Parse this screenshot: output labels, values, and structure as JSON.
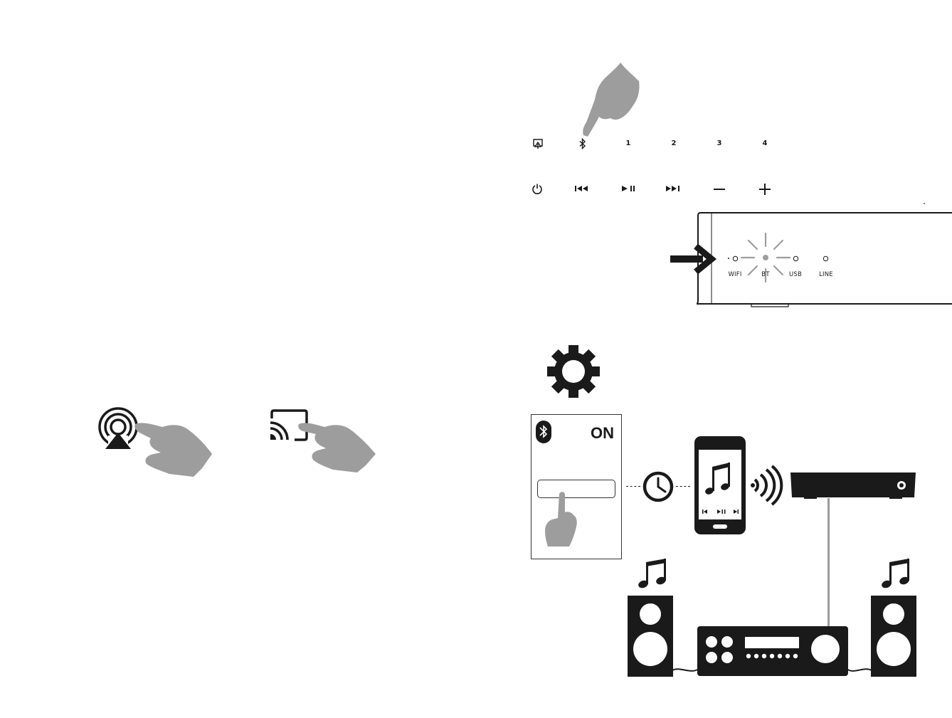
{
  "top_controls": {
    "row1": [
      "1",
      "2",
      "3",
      "4"
    ],
    "icons_row1": [
      "airplay-icon",
      "bluetooth-icon"
    ],
    "icons_row2": [
      "power-icon",
      "previous-icon",
      "play-pause-icon",
      "next-icon",
      "minus-icon",
      "plus-icon"
    ]
  },
  "device_panel": {
    "leds": [
      "WIFI",
      "BT",
      "USB",
      "LINE"
    ],
    "active_led": "BT"
  },
  "phone_settings": {
    "toggle_label": "ON"
  },
  "colors": {
    "ink": "#1a1a1a",
    "hand": "#9d9d9d",
    "outline": "#333333"
  },
  "icons": [
    "hand-pointer-icon",
    "airplay-icon",
    "cast-icon",
    "gear-icon",
    "clock-icon",
    "smartphone-icon",
    "wireless-signal-icon",
    "music-note-icon",
    "receiver-box-icon",
    "speaker-icon",
    "amplifier-icon"
  ]
}
